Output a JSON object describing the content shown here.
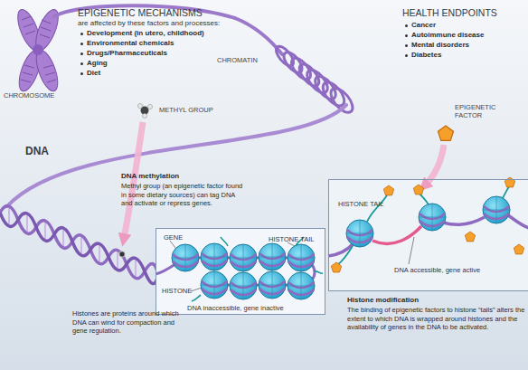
{
  "diagram": {
    "nodes": [
      {
        "text": [
          "GENE",
          "HISTONE TAIL",
          "HISTONE",
          "DNA inaccessible, gene inactive"
        ]
      },
      {
        "text": [
          "HISTONE TAIL",
          "DNA accessible, gene active"
        ]
      }
    ],
    "labels": [
      "EPIGENETIC MECHANISMS",
      "are affected by these factors and processes:",
      "Development (in utero, childhood)",
      "Environmental chemicals",
      "Drugs/Pharmaceuticals",
      "Aging",
      "Diet",
      "HEALTH ENDPOINTS",
      "Cancer",
      "Autoimmune disease",
      "Mental disorders",
      "Diabetes",
      "CHROMOSOME",
      "CHROMATIN",
      "METHYL GROUP",
      "EPIGENETIC FACTOR",
      "DNA",
      "DNA methylation",
      "Methyl group (an epigenetic factor found in some dietary sources) can tag DNA and activate or repress genes.",
      "Histones are proteins around which DNA can wind for compaction and gene regulation.",
      "Histone modification",
      "The binding of epigenetic factors to histone “tails” alters the extent to which DNA is wrapped around histones and the availability of genes in the DNA to be activated."
    ]
  }
}
